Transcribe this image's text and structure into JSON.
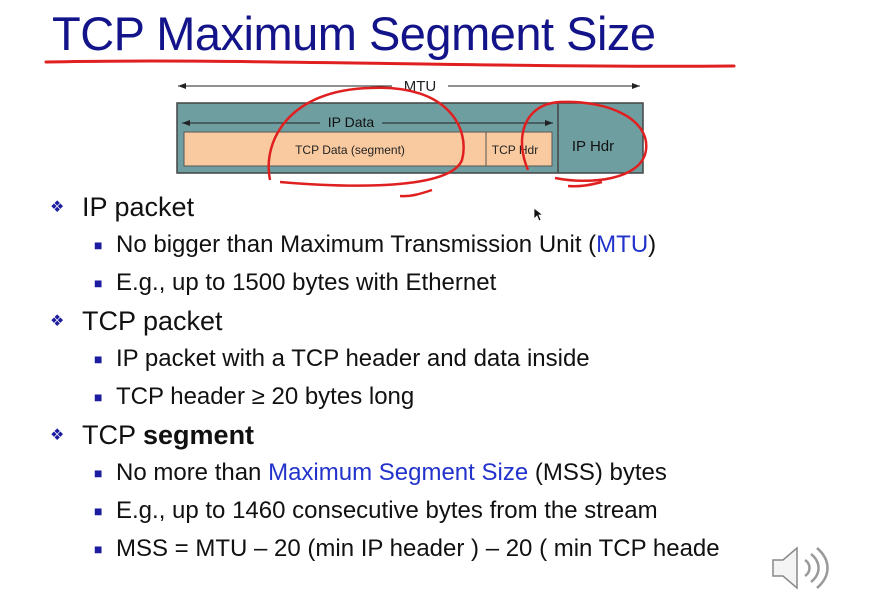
{
  "slide": {
    "title": "TCP Maximum Segment Size"
  },
  "diagram": {
    "mtu_label": "MTU",
    "ip_data_label": "IP Data",
    "tcp_data_label": "TCP Data (segment)",
    "tcp_hdr_label": "TCP Hdr",
    "ip_hdr_label": "IP Hdr",
    "colors": {
      "outer": "#6f9ea1",
      "tcp_data": "#f9caa0",
      "annotation": "#e02020"
    }
  },
  "bullets": [
    {
      "heading": "IP packet",
      "items": [
        {
          "before": "No bigger than Maximum Transmission Unit (",
          "highlight": "MTU",
          "after": ")"
        },
        {
          "text": "E.g., up to 1500 bytes with Ethernet"
        }
      ]
    },
    {
      "heading": "TCP packet",
      "items": [
        {
          "text": "IP packet with a TCP header and data inside"
        },
        {
          "text": "TCP header ≥ 20 bytes long"
        }
      ]
    },
    {
      "heading_plain": "TCP ",
      "heading_bold": "segment",
      "items": [
        {
          "before": "No more than ",
          "highlight": "Maximum Segment Size",
          "after": " (MSS) bytes"
        },
        {
          "text": "E.g., up to 1460 consecutive bytes from the stream"
        },
        {
          "text": "MSS = MTU – 20 (min IP header ) – 20 ( min TCP heade"
        }
      ]
    }
  ],
  "icons": {
    "bullet_l1": "diamond-bullet-icon",
    "bullet_l2": "square-bullet-icon",
    "cursor": "mouse-cursor-icon",
    "speaker": "speaker-icon"
  }
}
